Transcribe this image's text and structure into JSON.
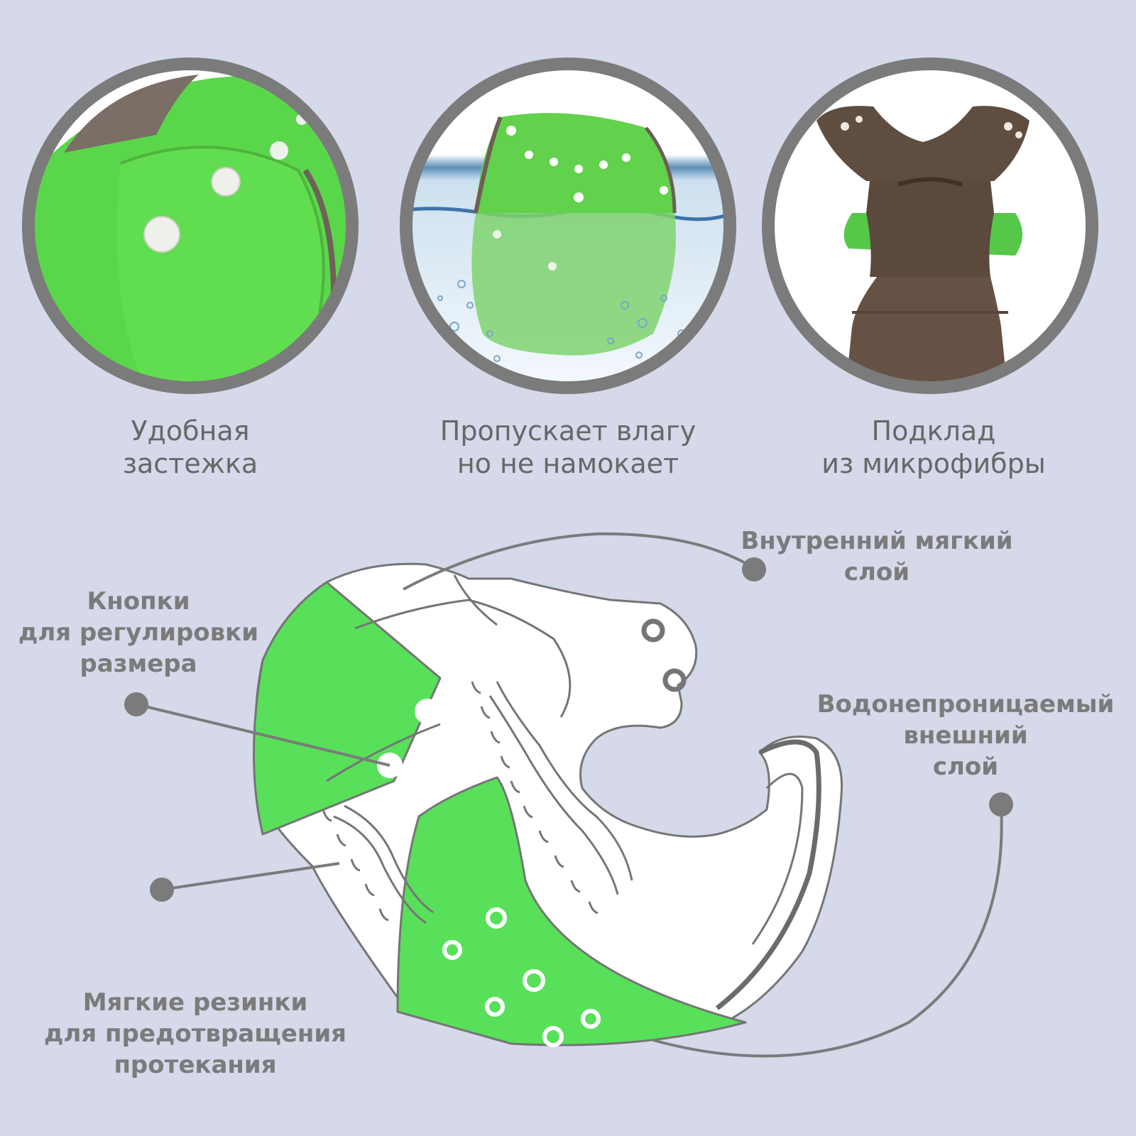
{
  "features": [
    {
      "line1": "Удобная",
      "line2": "застежка"
    },
    {
      "line1": "Пропускает влагу",
      "line2": "но не намокает"
    },
    {
      "line1": "Подклад",
      "line2": "из микрофибры"
    }
  ],
  "callouts": {
    "inner_layer": {
      "line1": "Внутренний мягкий",
      "line2": "слой"
    },
    "buttons": {
      "line1": "Кнопки",
      "line2": "для регулировки",
      "line3": "размера"
    },
    "outer_layer": {
      "line1": "Водонепроницаемый",
      "line2": "внешний",
      "line3": "слой"
    },
    "elastics": {
      "line1": "Мягкие резинки",
      "line2": "для предотвращения",
      "line3": "протекания"
    }
  },
  "colors": {
    "background": "#d5d9ea",
    "ring": "#7b7b7b",
    "diaper_green": "#58e05a",
    "microfiber_brown": "#5f4d40",
    "outline": "#757575"
  }
}
